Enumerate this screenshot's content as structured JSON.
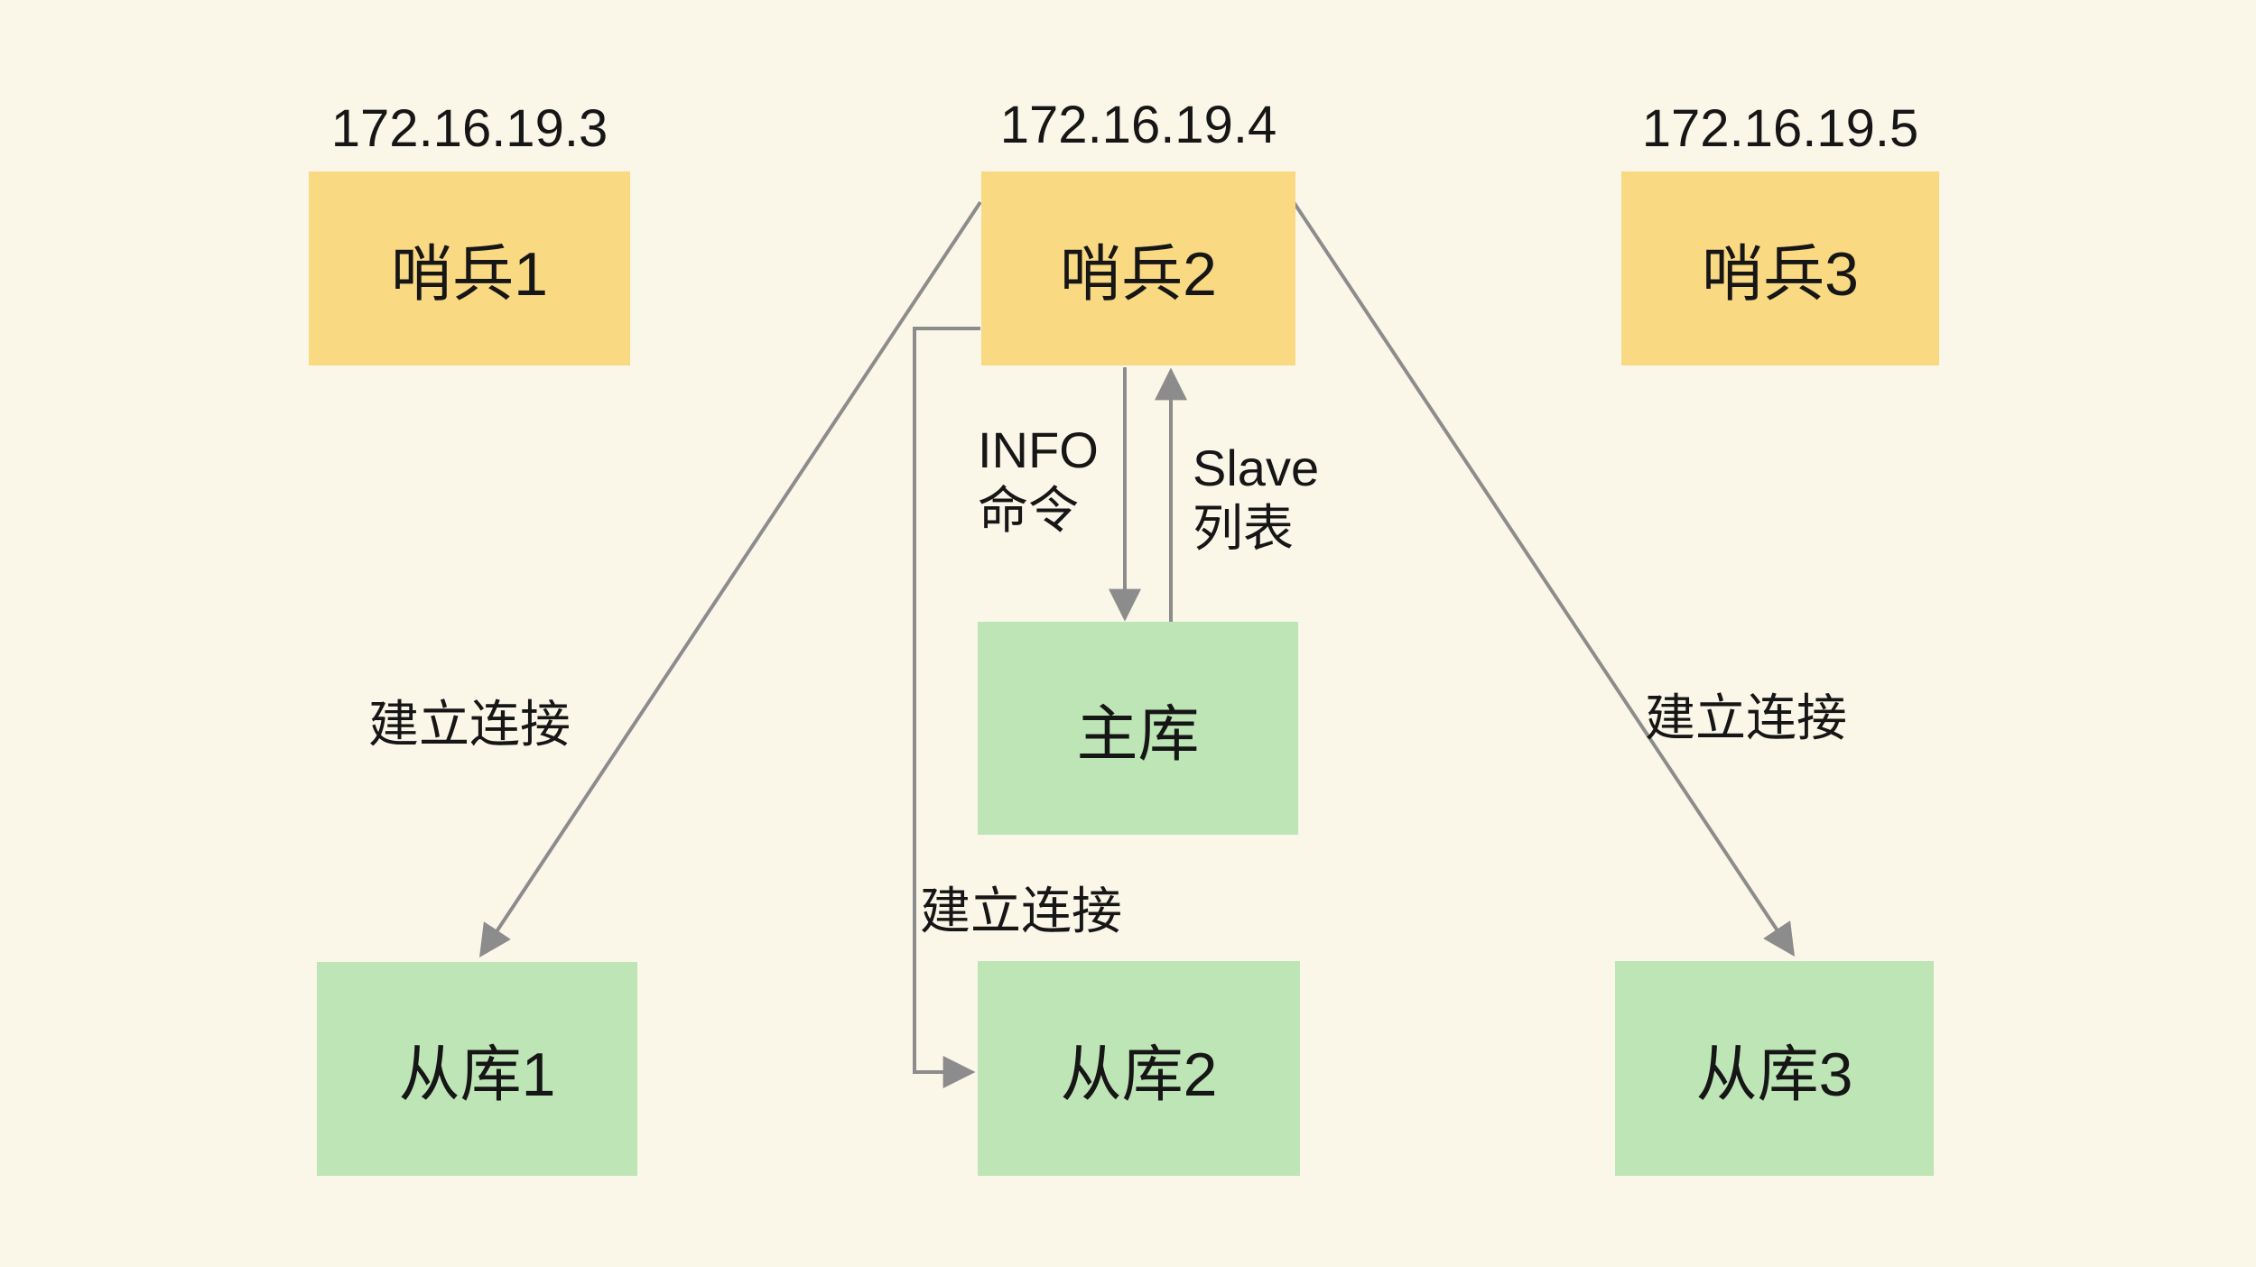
{
  "colors": {
    "bg": "#faf6e8",
    "node-yellow": "#fad983",
    "node-green": "#bee5b6",
    "line-gray": "#8c8c8c",
    "text": "#161616"
  },
  "nodes": {
    "sentinel1": {
      "ip": "172.16.19.3",
      "label": "哨兵1"
    },
    "sentinel2": {
      "ip": "172.16.19.4",
      "label": "哨兵2"
    },
    "sentinel3": {
      "ip": "172.16.19.5",
      "label": "哨兵3"
    },
    "master": {
      "label": "主库"
    },
    "replica1": {
      "label": "从库1"
    },
    "replica2": {
      "label": "从库2"
    },
    "replica3": {
      "label": "从库3"
    }
  },
  "edges": {
    "info_command": {
      "line1": "INFO",
      "line2": "命令"
    },
    "slave_list": {
      "line1": "Slave",
      "line2": "列表"
    },
    "connect_left": {
      "label": "建立连接"
    },
    "connect_middle": {
      "label": "建立连接"
    },
    "connect_right": {
      "label": "建立连接"
    }
  }
}
